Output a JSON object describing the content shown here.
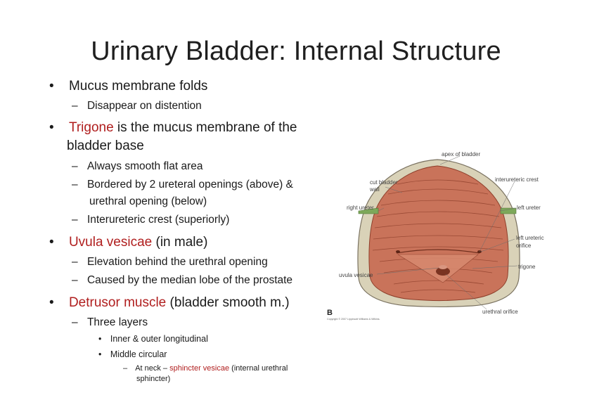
{
  "title": "Urinary Bladder: Internal Structure",
  "bullets": {
    "mucus": {
      "marker": "•",
      "text": "Mucus membrane folds"
    },
    "mucus_sub1": {
      "marker": "–",
      "text": "Disappear on distention"
    },
    "trigone": {
      "marker": "•",
      "term": "Trigone",
      "rest1": " is the mucus membrane of the",
      "rest2": "bladder base"
    },
    "trigone_sub1": {
      "marker": "–",
      "text": "Always smooth flat area"
    },
    "trigone_sub2": {
      "marker": "–",
      "text1": "Bordered by 2 ureteral openings (above) &",
      "text2": "urethral opening (below)"
    },
    "trigone_sub3": {
      "marker": "–",
      "text": "Interureteric crest (superiorly)"
    },
    "uvula": {
      "marker": "•",
      "term": "Uvula vesicae",
      "rest": " (in male)"
    },
    "uvula_sub1": {
      "marker": "–",
      "text": "Elevation behind the urethral opening"
    },
    "uvula_sub2": {
      "marker": "–",
      "text": "Caused by the median lobe of the prostate"
    },
    "detrusor": {
      "marker": "•",
      "term": "Detrusor muscle",
      "rest": " (bladder smooth m.)"
    },
    "detrusor_sub1": {
      "marker": "–",
      "text": "Three layers"
    },
    "detrusor_sub1a": {
      "marker": "•",
      "text": "Inner & outer longitudinal"
    },
    "detrusor_sub1b": {
      "marker": "•",
      "text": "Middle circular"
    },
    "neck": {
      "marker": "–",
      "pre": "At neck – ",
      "term": "sphincter vesicae",
      "post": " (internal urethral",
      "line2": "sphincter)"
    }
  },
  "figure": {
    "labels": {
      "apex": "apex of bladder",
      "cut_wall_1": "cut bladder",
      "cut_wall_2": "wall",
      "interureteric": "interureteric crest",
      "right_ureter": "right ureter",
      "left_ureter": "left ureter",
      "left_orifice_1": "left ureteric",
      "left_orifice_2": "orifice",
      "uvula": "uvula vesicae",
      "trigone": "trigone",
      "urethral_orifice": "urethral orifice"
    },
    "panel_letter": "B",
    "copyright": "Copyright © 2007 Lippincott Williams & Wilkins.",
    "colors": {
      "mucosa": "#c9735a",
      "mucosa_dark": "#8e3f2b",
      "wall": "#d9d2b8",
      "ureter": "#7da85a"
    }
  }
}
